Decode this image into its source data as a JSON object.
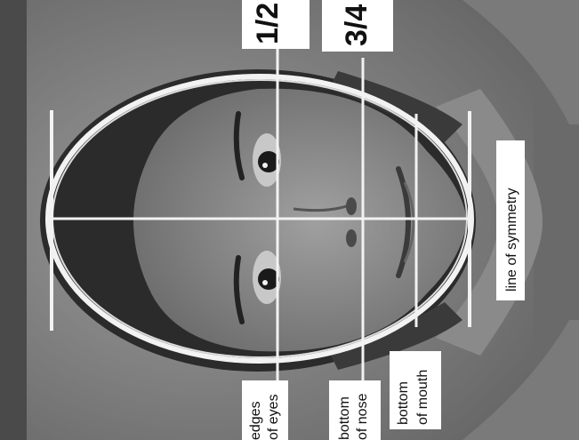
{
  "labels": {
    "half": "1/2",
    "three_quarters": "3/4",
    "line_of_symmetry": "line of symmetry",
    "eyes_line1": "edges",
    "eyes_line2": "of eyes",
    "nose_line1": "bottom",
    "nose_line2": "of nose",
    "mouth_line1": "bottom",
    "mouth_line2": "of mouth"
  },
  "colors": {
    "background": "#8f8f8f",
    "hair": "#2a2a2a",
    "skin": "#8e8e8e",
    "guide_lines": "#f2f2f2",
    "label_box": "#ffffff"
  }
}
